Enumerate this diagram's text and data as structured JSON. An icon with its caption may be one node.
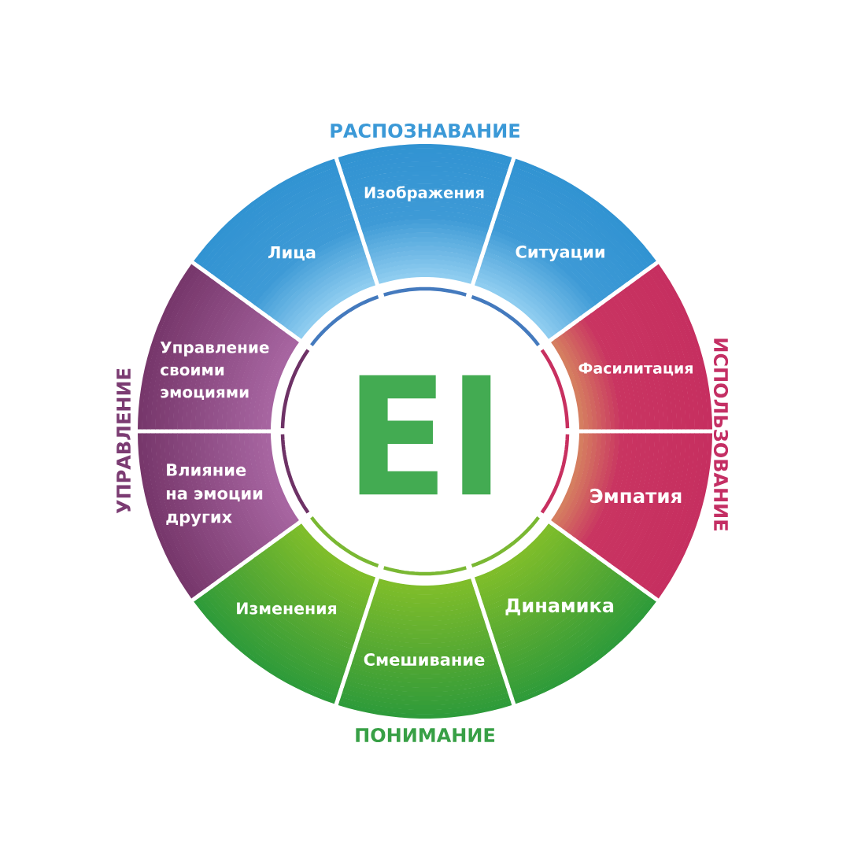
{
  "diagram": {
    "nodes": [
      {
        "text": [
          "EI"
        ]
      },
      {
        "text": [
          "Лица"
        ]
      },
      {
        "text": [
          "Изображения"
        ]
      },
      {
        "text": [
          "Ситуации"
        ]
      },
      {
        "text": [
          "Фасилитация"
        ]
      },
      {
        "text": [
          "Эмпатия"
        ]
      },
      {
        "text": [
          "Динамика"
        ]
      },
      {
        "text": [
          "Смешивание"
        ]
      },
      {
        "text": [
          "Изменения"
        ]
      },
      {
        "text": [
          "Влияние на эмоции других"
        ]
      },
      {
        "text": [
          "Управление своими эмоциями"
        ]
      }
    ],
    "labels": [
      "РАСПОЗНАВАНИЕ",
      "ИСПОЛЬЗОВАНИЕ",
      "ПОНИМАНИЕ",
      "УПРАВЛЕНИЕ"
    ]
  }
}
